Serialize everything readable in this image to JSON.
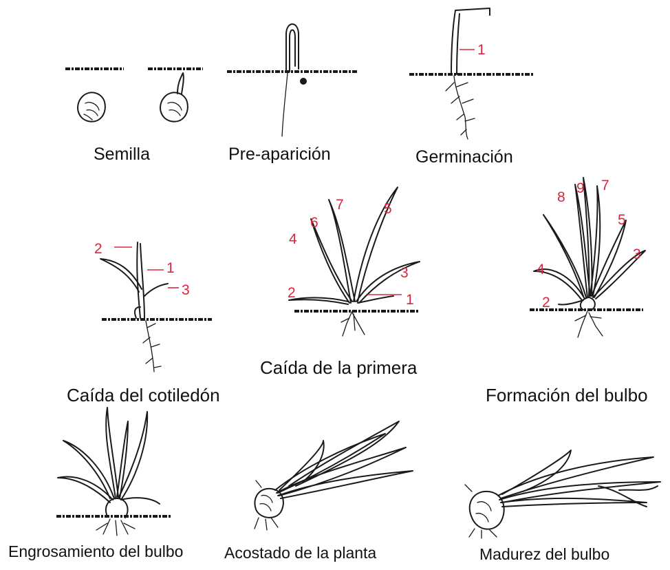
{
  "stages": [
    {
      "id": "semilla",
      "label": "Semilla"
    },
    {
      "id": "pre-aparicion",
      "label": "Pre-aparición"
    },
    {
      "id": "germinacion",
      "label": "Germinación"
    },
    {
      "id": "caida-cotiledon",
      "label": "Caída del cotiledón"
    },
    {
      "id": "caida-primera",
      "label": "Caída de la primera"
    },
    {
      "id": "formacion-bulbo",
      "label": "Formación del bulbo"
    },
    {
      "id": "engrosamiento-bulbo",
      "label": "Engrosamiento del bulbo"
    },
    {
      "id": "acostado-planta",
      "label": "Acostado de la planta"
    },
    {
      "id": "madurez-bulbo",
      "label": "Madurez del bulbo"
    }
  ],
  "leaf_numbers": {
    "germinacion": [
      "1"
    ],
    "caida_cotiledon": [
      "2",
      "1",
      "3"
    ],
    "caida_primera": [
      "4",
      "6",
      "7",
      "5",
      "3",
      "2",
      "1"
    ],
    "formacion_bulbo": [
      "8",
      "9",
      "7",
      "5",
      "3",
      "4",
      "2"
    ]
  },
  "colors": {
    "leaf_number": "#d7263d",
    "ink": "#1a1a1a",
    "background": "#ffffff"
  }
}
